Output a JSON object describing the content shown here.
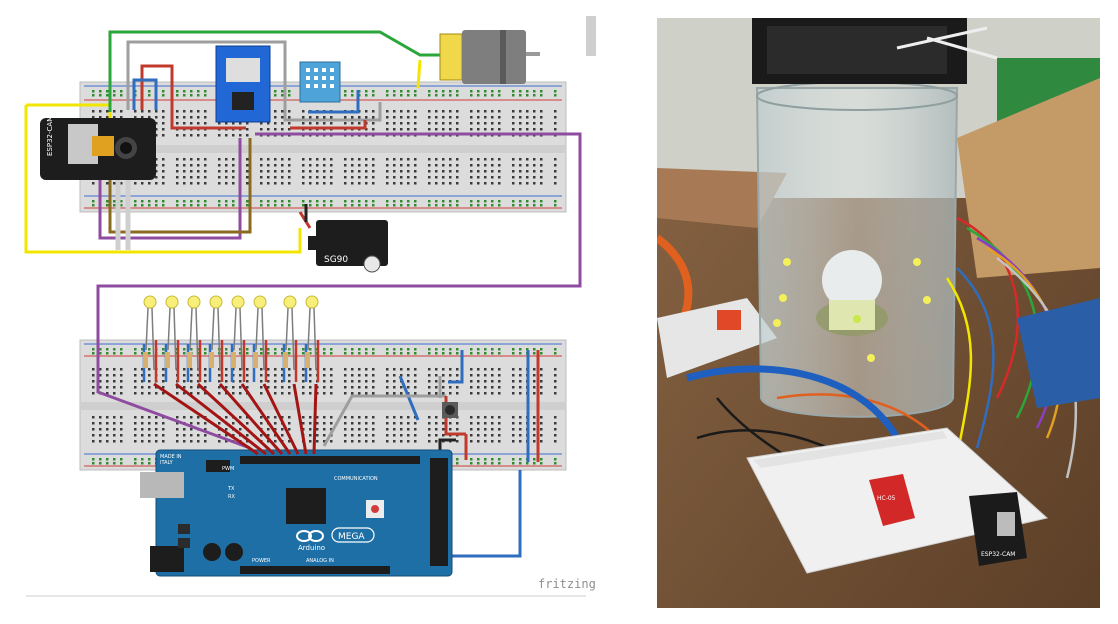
{
  "left_panel": {
    "esp32_label": "ESP32-CAM",
    "servo_label": "SG90",
    "arduino_brand": "Arduino",
    "arduino_model": "MEGA",
    "arduino_made_in": "MADE IN",
    "arduino_made_in_country": "ITALY",
    "arduino_pwm_label": "PWM",
    "arduino_comm_label": "COMMUNICATION",
    "arduino_power_label": "POWER",
    "arduino_analog_label": "ANALOG IN",
    "arduino_tx_label": "TX",
    "arduino_rx_label": "RX",
    "watermark": "fritzing",
    "led_count": 8
  },
  "right_panel": {
    "red_module_label": "HC-05",
    "black_module_label": "ESP32-CAM"
  },
  "colors": {
    "breadboard": "#d9d9d9",
    "arduino_blue": "#1e6fa5",
    "wire_red": "#c0392b",
    "wire_blue": "#2f6dbf",
    "wire_green": "#2aa63a",
    "wire_yellow": "#f2e600",
    "wire_purple": "#8e4ba0",
    "wire_brown": "#8a6a1f",
    "wire_gray": "#9e9e9e"
  }
}
